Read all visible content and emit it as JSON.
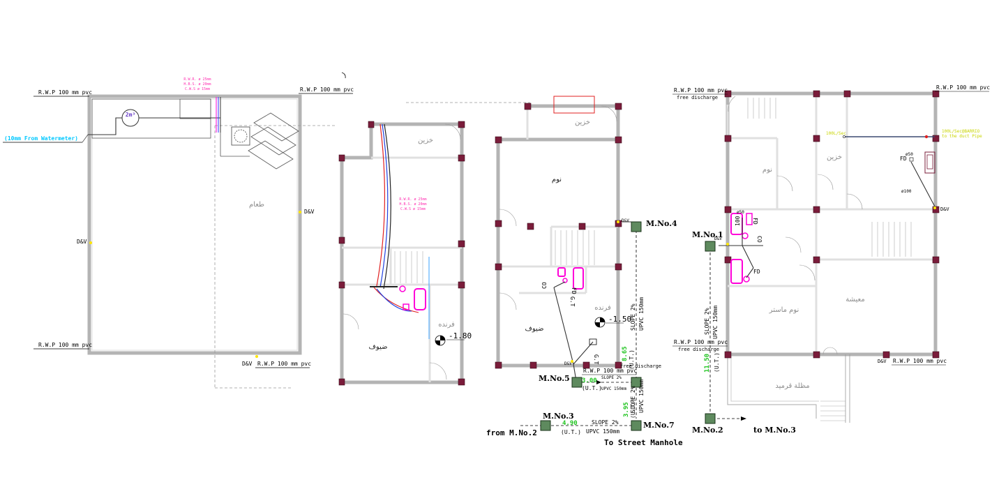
{
  "plan1": {
    "rwp_top_left": "R.W.P 100 mm pvc",
    "rwp_top_right": "R.W.P 100 mm pvc",
    "rwp_bottom_left": "R.W.P 100 mm pvc",
    "rwp_bottom_right": "R.W.P 100 mm pvc",
    "water_note": "(10mm From Watermeter)",
    "pipe_note_1": "R.W.R. ø 25mm",
    "pipe_note_2": "H.B.S. ø 20mm",
    "pipe_note_3": "C.W.S ø 15mm",
    "tank_label": "2m³",
    "room_label": "طعام",
    "dv_1": "D&V",
    "dv_2": "D&V",
    "dv_3": "D&V"
  },
  "plan2": {
    "room_store": "خزين",
    "room_reception": "فرنده",
    "room_guest": "ضيوف",
    "pipe_note_1": "R.W.R. ø 25mm",
    "pipe_note_2": "H.B.S. ø 20mm",
    "pipe_note_3": "C.W.S ø 15mm",
    "level": "-1.80"
  },
  "plan3": {
    "room_store": "خزين",
    "room_sleep": "نوم",
    "room_reception": "فرنده",
    "room_guest": "ضيوف",
    "level": "-1.50",
    "mh4": "M.No.4",
    "mh5": "M.No.5",
    "mh3": "M.No.3",
    "mh7": "M.No.7",
    "dv_a": "D&V",
    "dv_b": "D&V",
    "slope_v": "SLOPE 2%",
    "upvc_v": "UPVC 150mm",
    "depth_865": "8.65",
    "ut_a": "(U.T.)",
    "free_discharge": "free discharge",
    "rwp": "R.W.P 100 mm pvc",
    "depth_300": "3.00",
    "ut_b": "(U.T.)",
    "slope_b": "SLOPE 2%",
    "upvc_b": "UPVC 150mm",
    "depth_395": "3.95",
    "ut_c": "(U.T.)",
    "slope_c": "SLOPE 2%",
    "upvc_c": "UPVC 150mm",
    "depth_490": "4.90",
    "ut_d": "(U.T.)",
    "slope_d": "SLOPE 2%",
    "upvc_d": "UPVC 150mm",
    "from_mh2": "from M.No.2",
    "to_street": "To Street Manhole",
    "fd": "FD",
    "co": "CO",
    "gt": "G.T"
  },
  "plan4": {
    "rwp_tl": "R.W.P 100 mm pvc",
    "free_tl": "free discharge",
    "rwp_tr": "R.W.P 100 mm pvc",
    "rwp_bl": "R.W.P 100 mm pvc",
    "free_bl": "free discharge",
    "rwp_br": "R.W.P 100 mm pvc",
    "dv_br": "D&V",
    "dv_r": "D&V",
    "dv_l": "D&V",
    "room_sleep": "نوم",
    "room_store": "خزين",
    "room_master": "نوم ماستر",
    "room_living": "معيشة",
    "room_pergola": "مظلة قرميد",
    "mh1": "M.No.1",
    "mh2": "M.No.2",
    "to_mh3": "to M.No.3",
    "slope": "SLOPE 2%",
    "upvc": "UPVC 150mm",
    "depth": "11.50",
    "ut": "(U.T.)",
    "yellow_1": "100L/Sec",
    "yellow_2": "100L/Sec@BARRIO",
    "yellow_3": "to the duct Pipe",
    "fd": "FD",
    "fd_b": "FD",
    "d50": "ø50",
    "d100": "ø100",
    "n100": "100",
    "co": "CO"
  },
  "colors": {
    "wall": "#b4b4b4",
    "column": "#7a1c3a",
    "manhole": "#5e8a5e",
    "depth_green": "#21c421",
    "sanitary_pink": "#ff00d8",
    "pipe_red": "#e02020",
    "pipe_blue": "#2040e0",
    "note_cyan": "#00c8ff"
  }
}
